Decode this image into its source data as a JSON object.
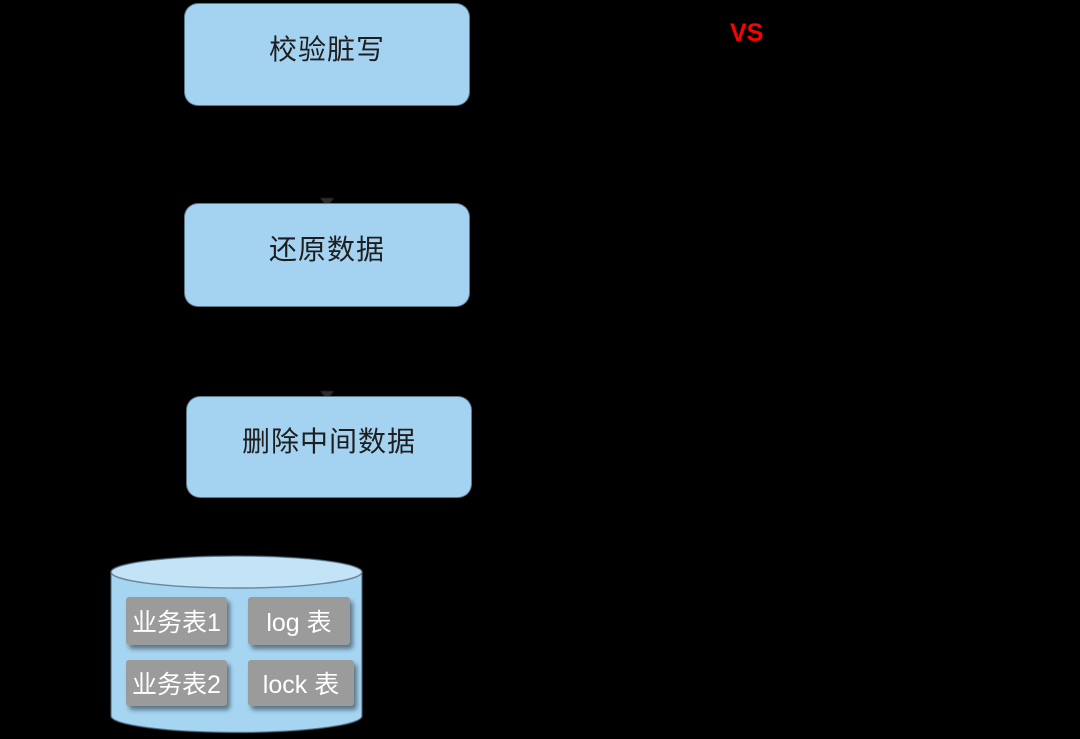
{
  "diagram": {
    "background_color": "#000000",
    "comparison_label": {
      "text": "VS",
      "color": "#ff0000"
    },
    "flow_steps": [
      {
        "label": "校验脏写"
      },
      {
        "label": "还原数据"
      },
      {
        "label": "删除中间数据"
      }
    ],
    "flow_box_fill": "#a4d3f1",
    "flow_text_color": "#1e1e1e",
    "database": {
      "body_fill": "#a6d5f2",
      "top_fill": "#c3e3f7",
      "outline_color": "#5f86a2",
      "tables": [
        {
          "label": "业务表1"
        },
        {
          "label": "log 表"
        },
        {
          "label": "业务表2"
        },
        {
          "label": "lock 表"
        }
      ],
      "table_fill": "#9b9b9b",
      "table_text_color": "#ffffff"
    }
  }
}
